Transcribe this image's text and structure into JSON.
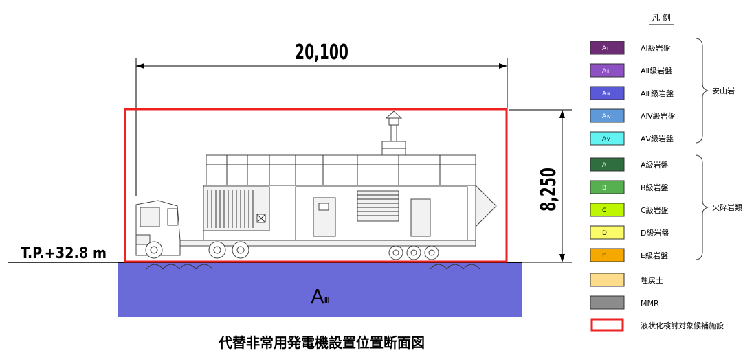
{
  "drawing": {
    "width_dimension": "20,100",
    "height_dimension": "8,250",
    "ground_level": "T.P.+32.8 m",
    "ground_class_main": "A",
    "ground_class_sub": "Ⅲ",
    "caption": "代替非常用発電機設置位置断面図"
  },
  "legend": {
    "title": "凡 例",
    "andesite_items": [
      {
        "code": "A",
        "sub": "Ⅰ",
        "label": "AⅠ級岩盤",
        "color": "#6b2c74",
        "text_color": "#ffffff"
      },
      {
        "code": "A",
        "sub": "Ⅱ",
        "label": "AⅡ級岩盤",
        "color": "#8e51c4",
        "text_color": "#ffffff"
      },
      {
        "code": "A",
        "sub": "Ⅲ",
        "label": "AⅢ級岩盤",
        "color": "#5a5ad8",
        "text_color": "#ffffff"
      },
      {
        "code": "A",
        "sub": "Ⅳ",
        "label": "AⅣ級岩盤",
        "color": "#5f99d9",
        "text_color": "#ffffff"
      },
      {
        "code": "A",
        "sub": "Ⅴ",
        "label": "AⅤ級岩盤",
        "color": "#63f2f2",
        "text_color": "#000000"
      }
    ],
    "andesite_group": "安山岩",
    "pyroclastic_items": [
      {
        "code": "A",
        "label": "A級岩盤",
        "color": "#2f6e3e",
        "text_color": "#ffffff"
      },
      {
        "code": "B",
        "label": "B級岩盤",
        "color": "#56b04f",
        "text_color": "#ffffff"
      },
      {
        "code": "C",
        "label": "C級岩盤",
        "color": "#bef500",
        "text_color": "#000000"
      },
      {
        "code": "D",
        "label": "D級岩盤",
        "color": "#fbfb6a",
        "text_color": "#000000"
      },
      {
        "code": "E",
        "label": "E級岩盤",
        "color": "#f5a800",
        "text_color": "#000000"
      }
    ],
    "pyroclastic_group": "火砕岩類",
    "other_items": [
      {
        "label": "埋戻土",
        "color": "#fddc8c",
        "type": "fill"
      },
      {
        "label": "MMR",
        "color": "#8c8c8c",
        "type": "fill"
      },
      {
        "label": "液状化検討対象候補施設",
        "color": "#ee2222",
        "type": "outline"
      }
    ]
  }
}
